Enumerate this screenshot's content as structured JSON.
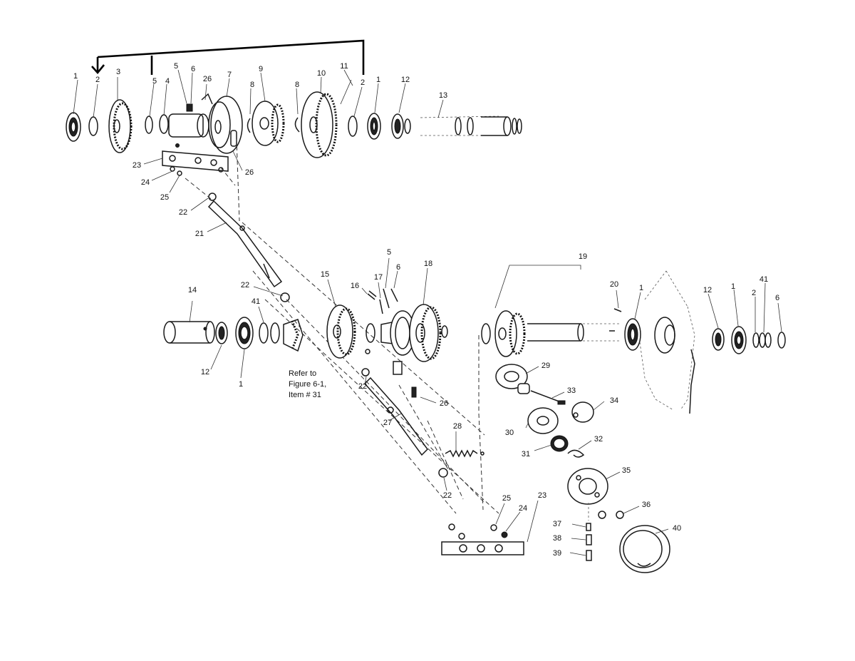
{
  "diagram": {
    "type": "exploded-parts-view",
    "callouts": [
      {
        "id": "c1a",
        "label": "1"
      },
      {
        "id": "c2a",
        "label": "2"
      },
      {
        "id": "c3",
        "label": "3"
      },
      {
        "id": "c5a",
        "label": "5"
      },
      {
        "id": "c4",
        "label": "4"
      },
      {
        "id": "c6a",
        "label": "6"
      },
      {
        "id": "c26a",
        "label": "26"
      },
      {
        "id": "c7",
        "label": "7"
      },
      {
        "id": "c9",
        "label": "9"
      },
      {
        "id": "c8a",
        "label": "8"
      },
      {
        "id": "c8b",
        "label": "8"
      },
      {
        "id": "c10",
        "label": "10"
      },
      {
        "id": "c11",
        "label": "11"
      },
      {
        "id": "c2b",
        "label": "2"
      },
      {
        "id": "c1b",
        "label": "1"
      },
      {
        "id": "c12a",
        "label": "12"
      },
      {
        "id": "c13",
        "label": "13"
      },
      {
        "id": "c23a",
        "label": "23"
      },
      {
        "id": "c24a",
        "label": "24"
      },
      {
        "id": "c25a",
        "label": "25"
      },
      {
        "id": "c26b",
        "label": "26"
      },
      {
        "id": "c22a",
        "label": "22"
      },
      {
        "id": "c21",
        "label": "21"
      },
      {
        "id": "c14",
        "label": "14"
      },
      {
        "id": "c22b",
        "label": "22"
      },
      {
        "id": "c41a",
        "label": "41"
      },
      {
        "id": "c12b",
        "label": "12"
      },
      {
        "id": "c1c",
        "label": "1"
      },
      {
        "id": "c15",
        "label": "15"
      },
      {
        "id": "c16",
        "label": "16"
      },
      {
        "id": "c17",
        "label": "17"
      },
      {
        "id": "c5b",
        "label": "5"
      },
      {
        "id": "c6b",
        "label": "6"
      },
      {
        "id": "c18",
        "label": "18"
      },
      {
        "id": "c19",
        "label": "19"
      },
      {
        "id": "c20",
        "label": "20"
      },
      {
        "id": "c1d",
        "label": "1"
      },
      {
        "id": "c12c",
        "label": "12"
      },
      {
        "id": "c1e",
        "label": "1"
      },
      {
        "id": "c2c",
        "label": "2"
      },
      {
        "id": "c41b",
        "label": "41"
      },
      {
        "id": "c6c",
        "label": "6"
      },
      {
        "id": "c22c",
        "label": "22"
      },
      {
        "id": "c26c",
        "label": "26"
      },
      {
        "id": "c27",
        "label": "27"
      },
      {
        "id": "c28",
        "label": "28"
      },
      {
        "id": "c22d",
        "label": "22"
      },
      {
        "id": "c29",
        "label": "29"
      },
      {
        "id": "c33",
        "label": "33"
      },
      {
        "id": "c34",
        "label": "34"
      },
      {
        "id": "c30",
        "label": "30"
      },
      {
        "id": "c31",
        "label": "31"
      },
      {
        "id": "c32",
        "label": "32"
      },
      {
        "id": "c35",
        "label": "35"
      },
      {
        "id": "c36",
        "label": "36"
      },
      {
        "id": "c25b",
        "label": "25"
      },
      {
        "id": "c24b",
        "label": "24"
      },
      {
        "id": "c23b",
        "label": "23"
      },
      {
        "id": "c37",
        "label": "37"
      },
      {
        "id": "c38",
        "label": "38"
      },
      {
        "id": "c39",
        "label": "39"
      },
      {
        "id": "c40",
        "label": "40"
      }
    ],
    "reference_note": {
      "line1": "Refer to",
      "line2": "Figure 6-1,",
      "line3": "Item # 31"
    }
  }
}
